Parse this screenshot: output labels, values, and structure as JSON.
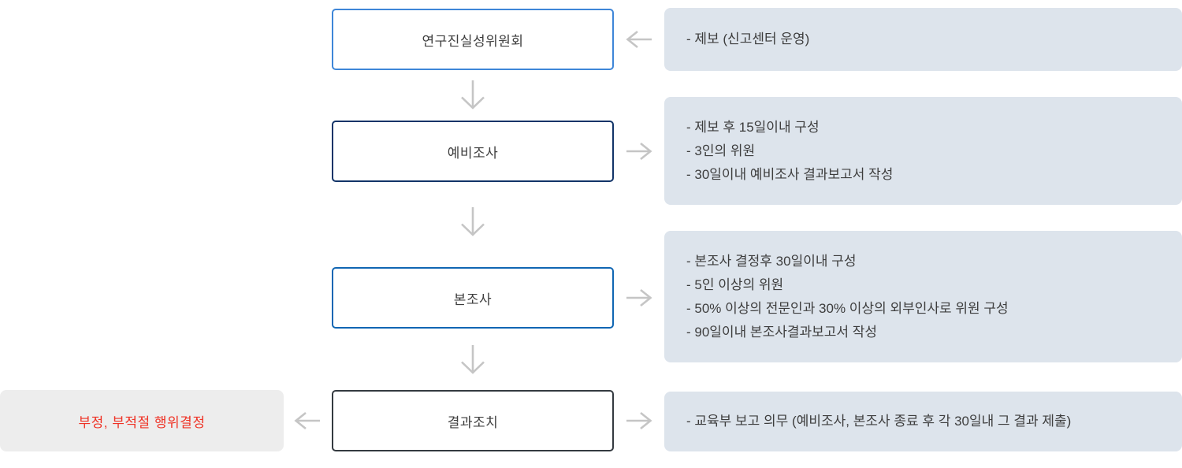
{
  "diagram": {
    "title_hint": "연구진실성위원회 처리 절차 흐름도",
    "nodes": [
      {
        "label": "연구진실성위원회",
        "border_color": "#3e86d8"
      },
      {
        "label": "예비조사",
        "border_color": "#123468"
      },
      {
        "label": "본조사",
        "border_color": "#1066b3"
      },
      {
        "label": "결과조치",
        "border_color": "#343a40"
      }
    ],
    "panels": [
      {
        "lines": [
          "- 제보 (신고센터 운영)"
        ]
      },
      {
        "lines": [
          "- 제보 후 15일이내 구성",
          "- 3인의 위원",
          "- 30일이내 예비조사 결과보고서 작성"
        ]
      },
      {
        "lines": [
          "- 본조사 결정후 30일이내 구성",
          "- 5인 이상의 위원",
          "- 50% 이상의 전문인과 30% 이상의 외부인사로 위원 구성",
          "- 90일이내 본조사결과보고서 작성"
        ]
      },
      {
        "lines": [
          "- 교육부 보고 의무 (예비조사, 본조사 종료 후 각 30일내 그 결과 제출)"
        ]
      }
    ],
    "result_box": {
      "label": "부정, 부적절 행위결정",
      "text_color": "#ef3124",
      "background": "#ededed"
    },
    "colors": {
      "panel_background": "#dde4ec",
      "arrow": "#c5c5c5",
      "text": "#3d3d3d"
    }
  }
}
